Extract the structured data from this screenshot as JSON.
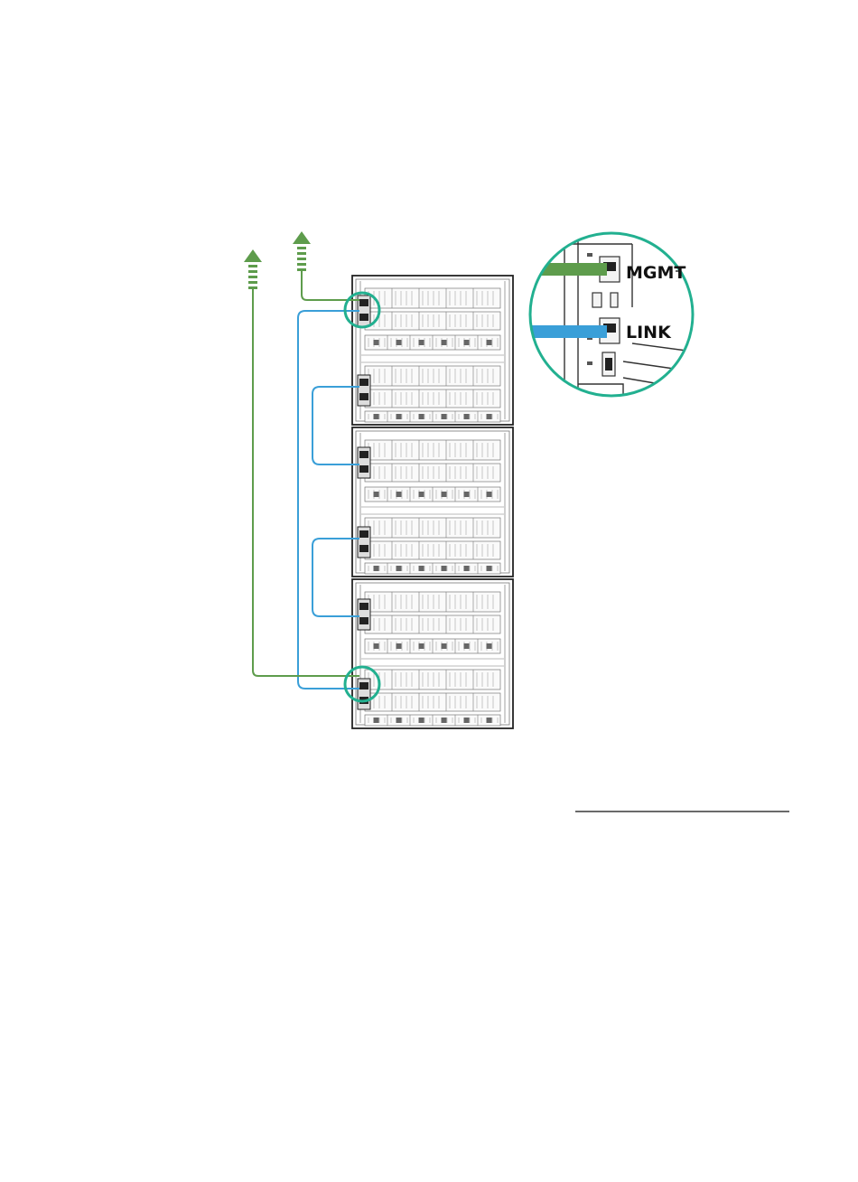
{
  "diagram": {
    "enclosure_count": 3,
    "callout": {
      "mgmt_label": "MGMT",
      "link_label": "LINK"
    },
    "colors": {
      "mgmt_cable": "#5e9c4c",
      "link_cable": "#3a9fd8",
      "highlight_ring": "#22b090",
      "chassis_line": "#222222",
      "chassis_detail": "#777777"
    }
  }
}
